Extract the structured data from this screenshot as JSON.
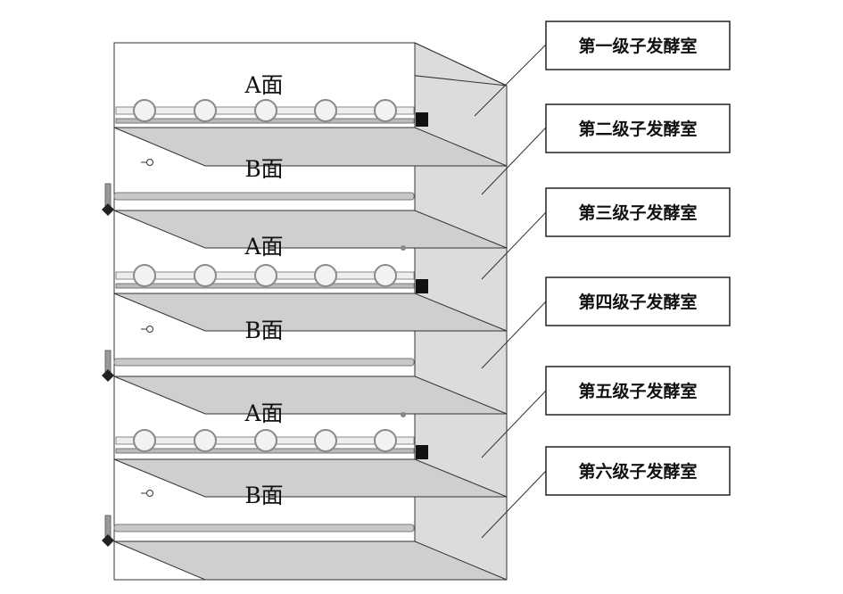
{
  "faces": [
    {
      "label": "A面"
    },
    {
      "label": "B面"
    },
    {
      "label": "A面"
    },
    {
      "label": "B面"
    },
    {
      "label": "A面"
    },
    {
      "label": "B面"
    }
  ],
  "chambers": [
    {
      "label": "第一级子发酵室"
    },
    {
      "label": "第二级子发酵室"
    },
    {
      "label": "第三级子发酵室"
    },
    {
      "label": "第四级子发酵室"
    },
    {
      "label": "第五级子发酵室"
    },
    {
      "label": "第六级子发酵室"
    }
  ],
  "colors": {
    "outline": "#333333",
    "side_fill": "#dcdcdc",
    "shelf_fill": "#cfcfcf",
    "roller": "#9a9a9a",
    "motor": "#111111"
  }
}
